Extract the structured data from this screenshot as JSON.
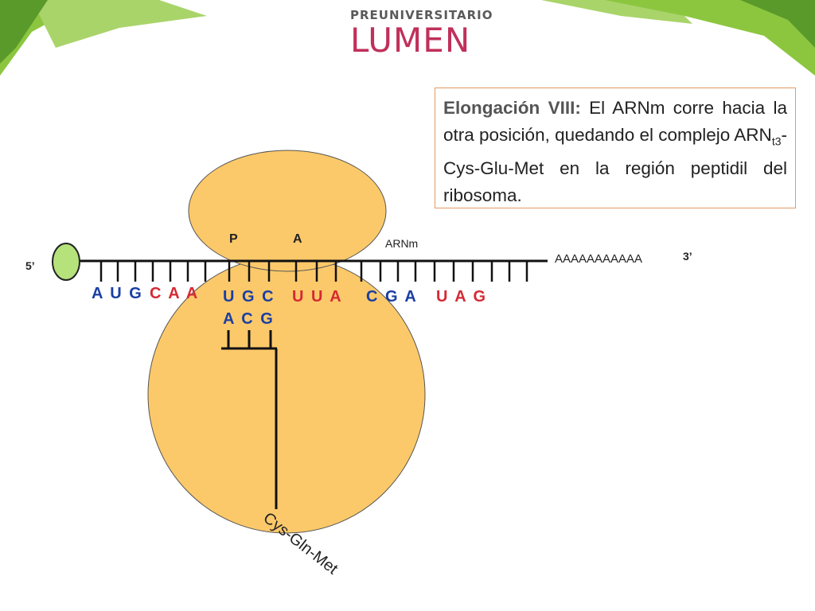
{
  "logo": {
    "top": "PREUNIVERSITARIO",
    "main": "LUMEN"
  },
  "description": {
    "heading": "Elongación VIII:",
    "text_before_sub": " El ARNm corre hacia la otra posición, quedando el complejo ARN",
    "subscript": "t3",
    "text_after_sub": "-Cys-Glu-Met en la región peptidil del ribosoma."
  },
  "labels": {
    "p_site": "P",
    "a_site": "A",
    "mrna": "ARNm",
    "five_prime": "5’",
    "three_prime": "3’",
    "poly_a": "AAAAAAAAAAA"
  },
  "codons": [
    {
      "text": "A U G",
      "color": "#1a3fa3"
    },
    {
      "text": "C A A",
      "color": "#d42a35"
    },
    {
      "text": "U G C",
      "color": "#1a3fa3"
    },
    {
      "text": "U U A",
      "color": "#d42a35"
    },
    {
      "text": "C G A",
      "color": "#1a3fa3"
    },
    {
      "text": "U A G",
      "color": "#d42a35"
    }
  ],
  "anticodon": {
    "text": "A C G",
    "color": "#1a3fa3"
  },
  "peptide": "Cys-Gln-Met",
  "colors": {
    "ribosome": "#fcc96a",
    "cap": "#b5e27a",
    "leaf_green": "#8cc63f",
    "box_border": "#e39a63"
  }
}
